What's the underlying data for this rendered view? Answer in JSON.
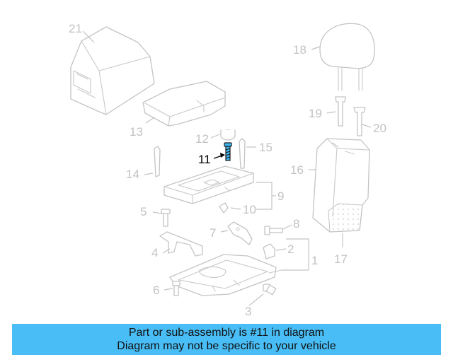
{
  "callouts": [
    {
      "id": "1",
      "text": "1"
    },
    {
      "id": "2",
      "text": "2"
    },
    {
      "id": "3",
      "text": "3"
    },
    {
      "id": "4",
      "text": "4"
    },
    {
      "id": "5",
      "text": "5"
    },
    {
      "id": "6",
      "text": "6"
    },
    {
      "id": "7",
      "text": "7"
    },
    {
      "id": "8",
      "text": "8"
    },
    {
      "id": "9",
      "text": "9"
    },
    {
      "id": "10",
      "text": "10"
    },
    {
      "id": "11",
      "text": "11"
    },
    {
      "id": "12",
      "text": "12"
    },
    {
      "id": "13",
      "text": "13"
    },
    {
      "id": "14",
      "text": "14"
    },
    {
      "id": "15",
      "text": "15"
    },
    {
      "id": "16",
      "text": "16"
    },
    {
      "id": "17",
      "text": "17"
    },
    {
      "id": "18",
      "text": "18"
    },
    {
      "id": "19",
      "text": "19"
    },
    {
      "id": "20",
      "text": "20"
    },
    {
      "id": "21",
      "text": "21"
    }
  ],
  "highlighted_part": "11",
  "colors": {
    "highlight_part": "#3fb6f0",
    "banner_background": "#49bdf5",
    "line_art": "#c4c4c4",
    "highlight_label": "#000000"
  },
  "banner": {
    "line1": "Part or sub-assembly is #11 in diagram",
    "line2": "Diagram may not be specific to your vehicle"
  }
}
